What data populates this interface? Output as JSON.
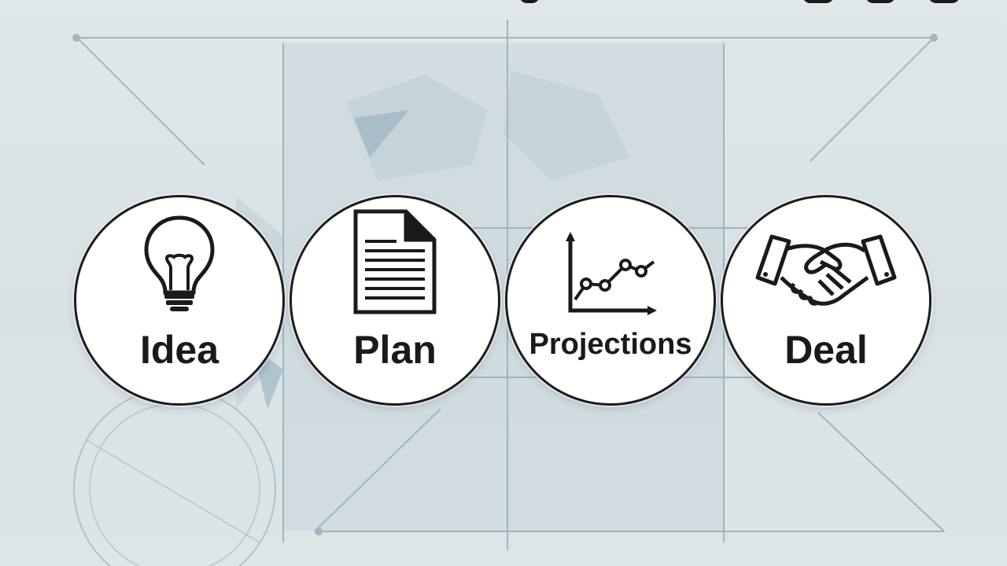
{
  "steps": [
    {
      "label": "Idea",
      "icon": "lightbulb-icon"
    },
    {
      "label": "Plan",
      "icon": "document-icon"
    },
    {
      "label": "Projections",
      "icon": "line-chart-icon"
    },
    {
      "label": "Deal",
      "icon": "handshake-icon"
    }
  ],
  "colors": {
    "background": "#dbe4e6",
    "line": "#9fb5bf",
    "ink": "#1a1a1a",
    "circle_fill": "#ffffff"
  }
}
